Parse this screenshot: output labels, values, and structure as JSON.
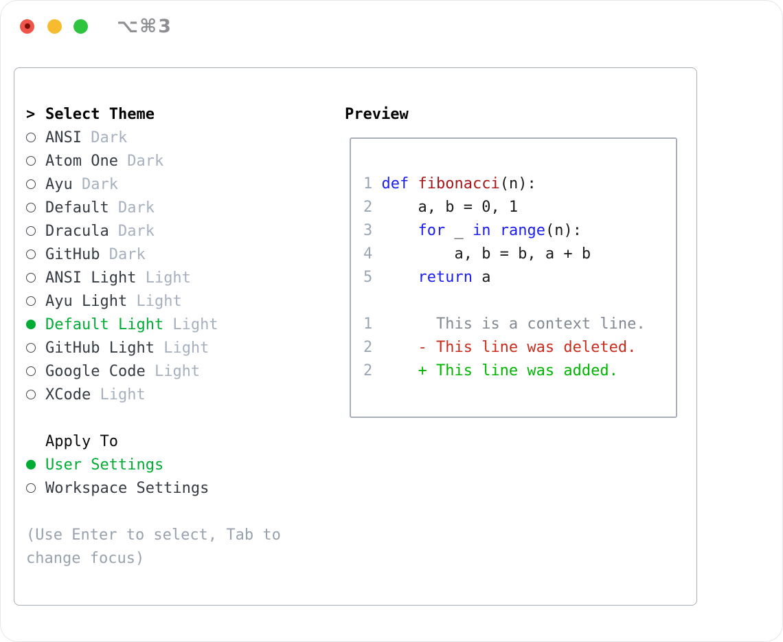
{
  "titlebar": {
    "shortcut": "⌥⌘3",
    "traffic_lights": [
      "close",
      "minimize",
      "zoom"
    ]
  },
  "theme_panel": {
    "prompt": ">",
    "title": "Select Theme",
    "items": [
      {
        "name": "ANSI",
        "variant": "Dark",
        "selected": false
      },
      {
        "name": "Atom One",
        "variant": "Dark",
        "selected": false
      },
      {
        "name": "Ayu",
        "variant": "Dark",
        "selected": false
      },
      {
        "name": "Default",
        "variant": "Dark",
        "selected": false
      },
      {
        "name": "Dracula",
        "variant": "Dark",
        "selected": false
      },
      {
        "name": "GitHub",
        "variant": "Dark",
        "selected": false
      },
      {
        "name": "ANSI Light",
        "variant": "Light",
        "selected": false
      },
      {
        "name": "Ayu Light",
        "variant": "Light",
        "selected": false
      },
      {
        "name": "Default Light",
        "variant": "Light",
        "selected": true
      },
      {
        "name": "GitHub Light",
        "variant": "Light",
        "selected": false
      },
      {
        "name": "Google Code",
        "variant": "Light",
        "selected": false
      },
      {
        "name": "XCode",
        "variant": "Light",
        "selected": false
      }
    ],
    "apply_to": {
      "title": "Apply To",
      "options": [
        {
          "label": "User Settings",
          "selected": true
        },
        {
          "label": "Workspace Settings",
          "selected": false
        }
      ]
    },
    "help_lines": [
      "(Use Enter to select, Tab to",
      "change focus)"
    ]
  },
  "preview": {
    "title": "Preview",
    "lines": [
      {
        "no": "1",
        "tokens": [
          {
            "t": "def",
            "c": "keyword"
          },
          {
            "t": " ",
            "c": "code"
          },
          {
            "t": "fibonacci",
            "c": "function"
          },
          {
            "t": "(n):",
            "c": "code"
          }
        ]
      },
      {
        "no": "2",
        "tokens": [
          {
            "t": "    a, b = 0, 1",
            "c": "code"
          }
        ]
      },
      {
        "no": "3",
        "tokens": [
          {
            "t": "    ",
            "c": "code"
          },
          {
            "t": "for",
            "c": "keyword"
          },
          {
            "t": " _ ",
            "c": "code"
          },
          {
            "t": "in",
            "c": "keyword"
          },
          {
            "t": " ",
            "c": "code"
          },
          {
            "t": "range",
            "c": "keyword"
          },
          {
            "t": "(n):",
            "c": "code"
          }
        ]
      },
      {
        "no": "4",
        "tokens": [
          {
            "t": "        a, b = b, a + b",
            "c": "code"
          }
        ]
      },
      {
        "no": "5",
        "tokens": [
          {
            "t": "    ",
            "c": "code"
          },
          {
            "t": "return",
            "c": "keyword"
          },
          {
            "t": " a",
            "c": "code"
          }
        ]
      },
      {
        "no": "",
        "tokens": []
      },
      {
        "no": "1",
        "tokens": [
          {
            "t": "      This is a context line.",
            "c": "context"
          }
        ]
      },
      {
        "no": "2",
        "tokens": [
          {
            "t": "    - This line was deleted.",
            "c": "deleted"
          }
        ]
      },
      {
        "no": "2",
        "tokens": [
          {
            "t": "    + This line was added.",
            "c": "added"
          }
        ]
      }
    ]
  },
  "colors": {
    "keyword": "#1a1cf0",
    "function": "#a51616",
    "code": "#1a1a1a",
    "line_number": "#9aa6b4",
    "context": "#808992",
    "deleted": "#c92c1c",
    "added": "#00b500",
    "selected_green": "#00ac33",
    "item_text": "#343a42",
    "variant_muted": "#a6b0be",
    "help_gray": "#98a2ae",
    "panel_border": "#a8aeb6",
    "traffic_red": "#ee544a",
    "traffic_yellow": "#f7bb2f",
    "traffic_green": "#2ec43e"
  }
}
